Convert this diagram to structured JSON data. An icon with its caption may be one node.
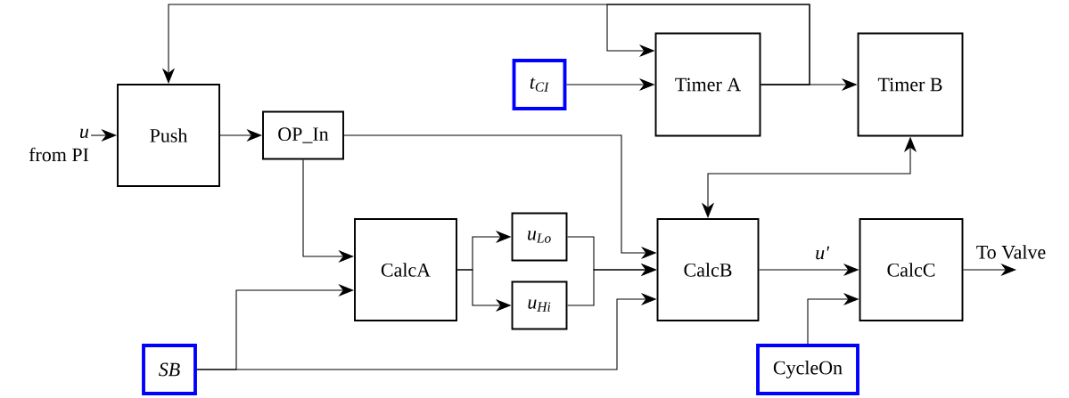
{
  "diagram": {
    "nodes": [
      {
        "text": [
          "Push"
        ]
      },
      {
        "text": [
          "OP_In"
        ]
      },
      {
        "text": [
          "t$_{CI}$"
        ]
      },
      {
        "text": [
          "Timer A"
        ]
      },
      {
        "text": [
          "Timer B"
        ]
      },
      {
        "text": [
          "CalcA"
        ]
      },
      {
        "text": [
          "u$_{Lo}$"
        ]
      },
      {
        "text": [
          "u$_{Hi}$"
        ]
      },
      {
        "text": [
          "CalcB"
        ]
      },
      {
        "text": [
          "CalcC"
        ]
      },
      {
        "text": [
          "SB"
        ]
      },
      {
        "text": [
          "CycleOn"
        ]
      },
      {
        "text": [
          "u",
          "from PI"
        ]
      }
    ],
    "edges": [
      {
        "from": 12,
        "to": 0,
        "arrow": "to"
      },
      {
        "from": 0,
        "to": 1,
        "arrow": "to"
      },
      {
        "from": 1,
        "to": 5,
        "arrow": "to"
      },
      {
        "from": 1,
        "to": 8,
        "arrow": "to"
      },
      {
        "from": 10,
        "to": 5,
        "arrow": "to"
      },
      {
        "from": 10,
        "to": 8,
        "arrow": "to"
      },
      {
        "from": 5,
        "to": 6,
        "arrow": "to"
      },
      {
        "from": 5,
        "to": 7,
        "arrow": "to"
      },
      {
        "from": 6,
        "to": 8,
        "arrow": "to"
      },
      {
        "from": 7,
        "to": 8,
        "arrow": "to"
      },
      {
        "from": 2,
        "to": 3,
        "arrow": "to"
      },
      {
        "from": 3,
        "to": 4,
        "arrow": "to"
      },
      {
        "from": 3,
        "to": 0,
        "arrow": "to"
      },
      {
        "from": 3,
        "to": 3,
        "arrow": "to"
      },
      {
        "from": 8,
        "to": 4,
        "arrow": "both"
      },
      {
        "from": 8,
        "to": 9,
        "arrow": "to",
        "label": "u'"
      },
      {
        "from": 11,
        "to": 9,
        "arrow": "to"
      },
      {
        "from": 9,
        "to": null,
        "arrow": "to",
        "label": "To Valve"
      }
    ]
  }
}
